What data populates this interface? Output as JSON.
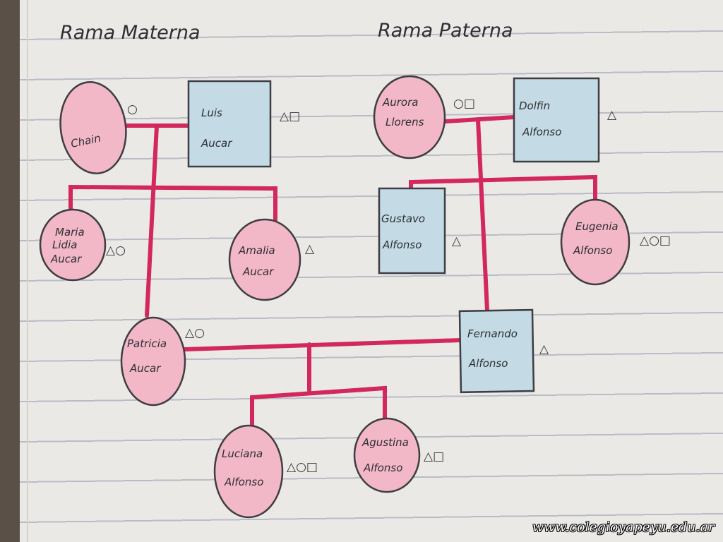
{
  "titles": {
    "maternal": "Rama Materna",
    "paternal": "Rama Paterna"
  },
  "people": {
    "chain": {
      "lines": [
        "Chain"
      ],
      "markers": "○",
      "sex": "female"
    },
    "luis": {
      "lines": [
        "Luis",
        "Aucar"
      ],
      "markers": "△□",
      "sex": "male"
    },
    "maria_lidia": {
      "lines": [
        "Maria",
        "Lidia",
        "Aucar"
      ],
      "markers": "△○",
      "sex": "female"
    },
    "amalia": {
      "lines": [
        "Amalia",
        "Aucar"
      ],
      "markers": "△",
      "sex": "female"
    },
    "patricia": {
      "lines": [
        "Patricia",
        "Aucar"
      ],
      "markers": "△○",
      "sex": "female"
    },
    "aurora": {
      "lines": [
        "Aurora",
        "Llorens"
      ],
      "markers": "○□",
      "sex": "female"
    },
    "dolfin": {
      "lines": [
        "Dolfin",
        "Alfonso"
      ],
      "markers": "△",
      "sex": "male"
    },
    "gustavo": {
      "lines": [
        "Gustavo",
        "Alfonso"
      ],
      "markers": "△",
      "sex": "male"
    },
    "eugenia": {
      "lines": [
        "Eugenia",
        "Alfonso"
      ],
      "markers": "△○□",
      "sex": "female"
    },
    "fernando": {
      "lines": [
        "Fernando",
        "Alfonso"
      ],
      "markers": "△",
      "sex": "male"
    },
    "luciana": {
      "lines": [
        "Luciana",
        "Alfonso"
      ],
      "markers": "△○□",
      "sex": "female"
    },
    "agustina": {
      "lines": [
        "Agustina",
        "Alfonso"
      ],
      "markers": "△□",
      "sex": "female"
    }
  },
  "colors": {
    "female_fill": "#f2b8c8",
    "male_fill": "#c4dbe6",
    "link": "#d2285e"
  },
  "watermark": "www.colegioyapeyu.edu.ar"
}
